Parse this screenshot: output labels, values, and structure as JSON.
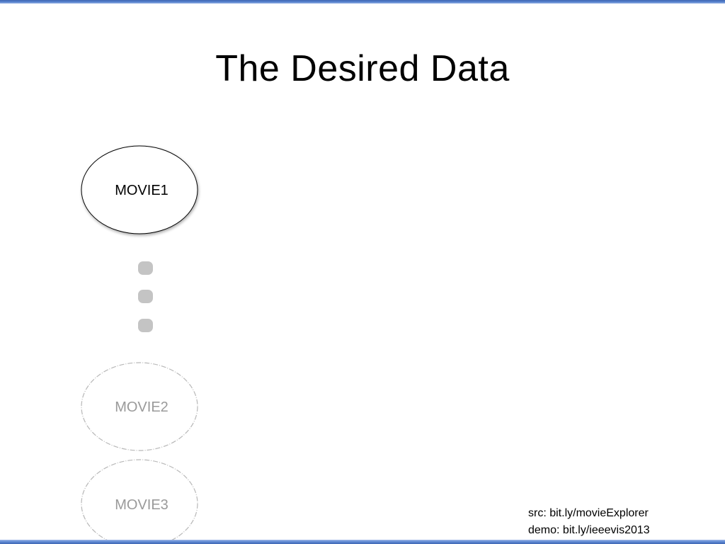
{
  "slide": {
    "title": "The Desired Data"
  },
  "nodes": [
    {
      "label": "MOVIE1",
      "state": "active"
    },
    {
      "label": "MOVIE2",
      "state": "faded"
    },
    {
      "label": "MOVIE3",
      "state": "faded"
    }
  ],
  "colors": {
    "accent_rule": "#4a72c0",
    "active_node_stroke": "#000000",
    "active_node_text": "#000000",
    "faded_node_stroke": "#b8b8b8",
    "faded_node_text": "#9a9a9a",
    "ellipsis_dots": "#c4c4c4"
  },
  "footer": {
    "src": "src: bit.ly/movieExplorer",
    "demo": "demo: bit.ly/ieeevis2013"
  }
}
